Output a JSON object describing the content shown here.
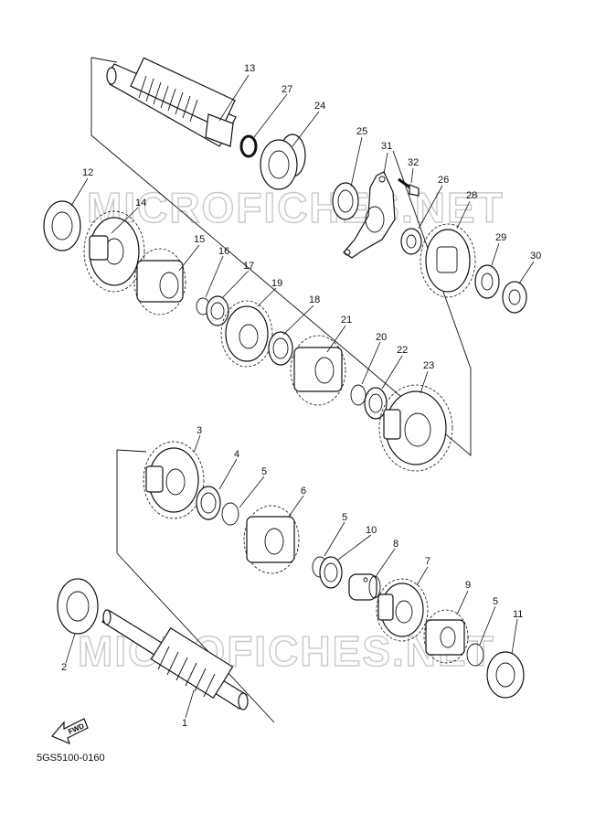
{
  "watermark": "MICROFICHES.NET",
  "diagram_code": "5GS5100-0160",
  "fwd_label": "FWD",
  "callouts": {
    "c1": "1",
    "c2": "2",
    "c3": "3",
    "c4": "4",
    "c5a": "5",
    "c5b": "5",
    "c5c": "5",
    "c6": "6",
    "c7": "7",
    "c8": "8",
    "c9": "9",
    "c10": "10",
    "c11": "11",
    "c12": "12",
    "c13": "13",
    "c14": "14",
    "c15": "15",
    "c16": "16",
    "c17": "17",
    "c18": "18",
    "c19": "19",
    "c20": "20",
    "c21": "21",
    "c22": "22",
    "c23": "23",
    "c24": "24",
    "c25": "25",
    "c26": "26",
    "c27": "27",
    "c28": "28",
    "c29": "29",
    "c30": "30",
    "c31": "31",
    "c32": "32"
  }
}
